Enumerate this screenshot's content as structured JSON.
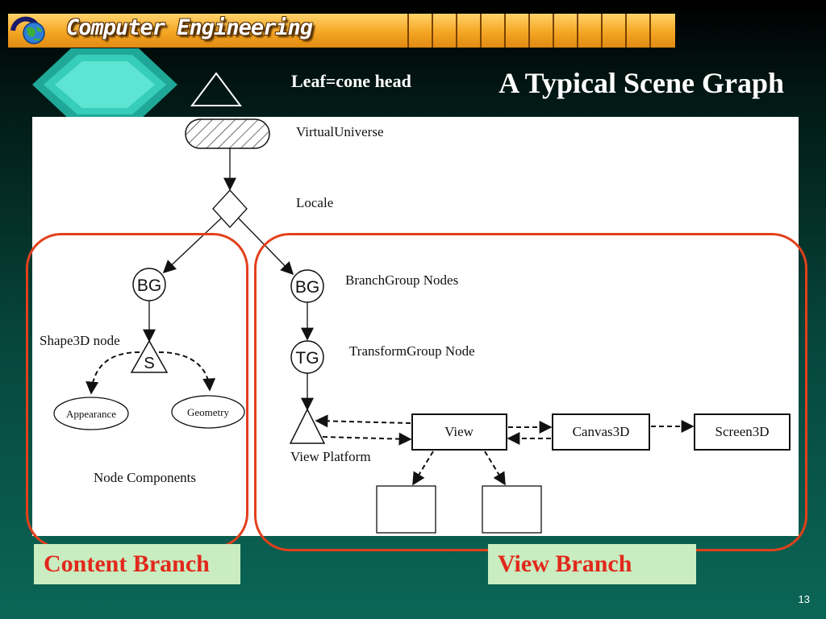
{
  "header": {
    "banner_title": "Computer Engineering",
    "logo_icon": "globe-logo-icon"
  },
  "slide": {
    "title": "A Typical Scene Graph",
    "subtitle": "Leaf=cone head",
    "page_number": "13"
  },
  "diagram": {
    "labels": {
      "virtual_universe": "VirtualUniverse",
      "locale": "Locale",
      "branchgroup_nodes": "BranchGroup Nodes",
      "transformgroup_node": "TransformGroup Node",
      "shape3d_node": "Shape3D node",
      "node_components": "Node Components",
      "view_platform": "View Platform"
    },
    "nodes": {
      "bg_left": "BG",
      "bg_right": "BG",
      "tg": "TG",
      "shape": "S",
      "appearance": "Appearance",
      "geometry": "Geometry",
      "view": "View",
      "canvas3d": "Canvas3D",
      "screen3d": "Screen3D"
    }
  },
  "branches": {
    "content": "Content Branch",
    "view": "View Branch"
  },
  "colors": {
    "banner": "#f5a623",
    "accent_red": "#e2401c",
    "label_background": "#c9ecc0",
    "background": "#06463b"
  }
}
